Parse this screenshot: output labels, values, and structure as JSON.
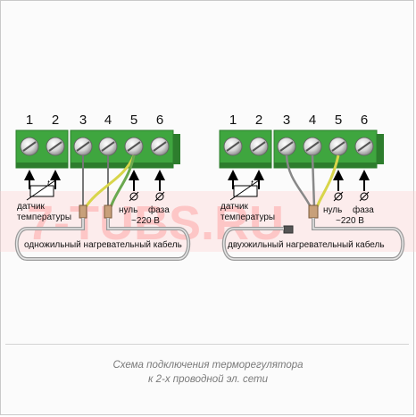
{
  "left": {
    "terminals": [
      "1",
      "2",
      "3",
      "4",
      "5",
      "6"
    ],
    "sensor_label": [
      "датчик",
      "температуры"
    ],
    "null_label": "нуль",
    "phase_label": "фаза",
    "voltage_label": "~220 В",
    "cable_label": "одножильный нагревательный кабель"
  },
  "right": {
    "terminals": [
      "1",
      "2",
      "3",
      "4",
      "5",
      "6"
    ],
    "sensor_label": [
      "датчик",
      "температуры"
    ],
    "null_label": "нуль",
    "phase_label": "фаза",
    "voltage_label": "~220 В",
    "cable_label": "двухжильный нагревательный кабель"
  },
  "watermark": "7-TUBS.RU",
  "caption": {
    "line1": "Схема подключения терморегулятора",
    "line2": "к 2-х проводной эл. сети"
  },
  "colors": {
    "terminal_green": "#3fa63f",
    "terminal_dark": "#2d7d2d",
    "wire_yellow": "#d8d54a",
    "wire_green": "#6aa84f",
    "watermark": "#ff9a9a"
  }
}
